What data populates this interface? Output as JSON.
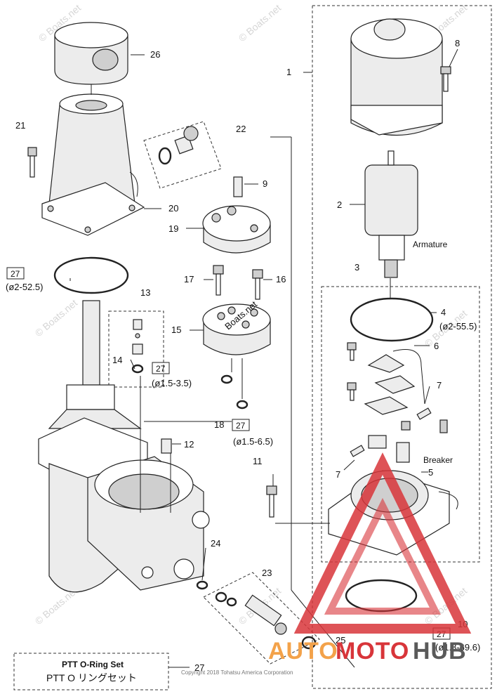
{
  "labels": {
    "n1": "1",
    "n2": "2",
    "n3": "3",
    "n4": "4",
    "n5": "5",
    "n6": "6",
    "n7a": "7",
    "n7b": "7",
    "n8": "8",
    "n9": "9",
    "n10": "10",
    "n11": "11",
    "n12": "12",
    "n13": "13",
    "n14": "14",
    "n15": "15",
    "n16": "16",
    "n17": "17",
    "n18": "18",
    "n19": "19",
    "n20": "20",
    "n21": "21",
    "n22": "22",
    "n23": "23",
    "n24": "24",
    "n25": "25",
    "n26": "26",
    "n27": "27"
  },
  "boxed": {
    "b27_top": "27",
    "b27_mid": "27",
    "b27_18": "27",
    "b27_bottom": "27"
  },
  "specs": {
    "s_52_5": "(ø2-52.5)",
    "s_55_5": "(ø2-55.5)",
    "s_3_5": "(ø1.5-3.5)",
    "s_6_5": "(ø1.5-6.5)",
    "s_69_6": "(ø1.8-69.6)"
  },
  "names": {
    "armature": "Armature",
    "breaker": "Breaker"
  },
  "legend": {
    "line1": "PTT O-Ring Set",
    "line2": "PTT O リングセット"
  },
  "watermark": "© Boats.net",
  "watermark_center": "Boats.net",
  "copyright": "Copyright 2018 Tohatsu America Corporation",
  "brand": {
    "part1": "AUTO",
    "part2": "MOTO",
    "part3": "HUB",
    "colors": {
      "auto": "#f3a24a",
      "moto": "#d8353a",
      "hub": "#5a5a5a"
    }
  }
}
